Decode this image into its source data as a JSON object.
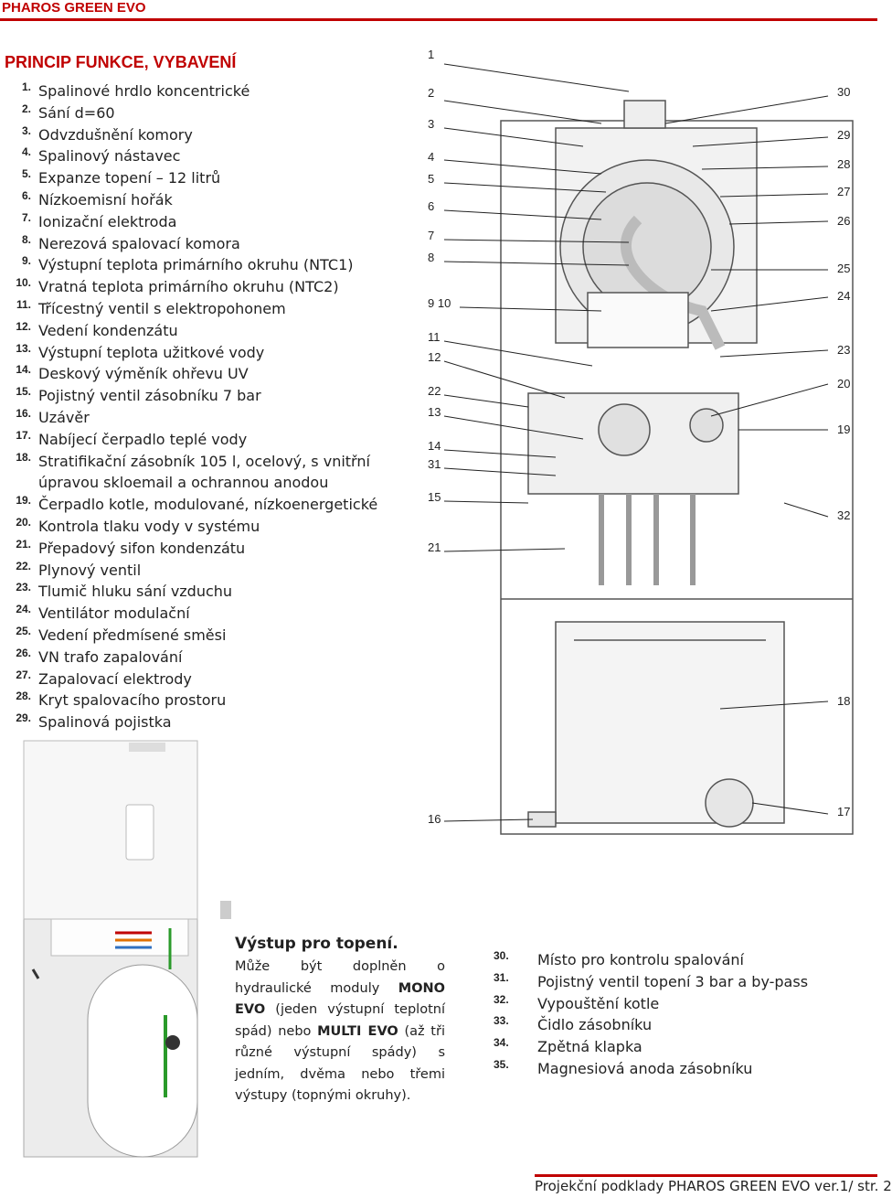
{
  "header": {
    "title": "PHAROS GREEN EVO"
  },
  "section_title": "PRINCIP FUNKCE, VYBAVENÍ",
  "components": [
    {
      "num": "1.",
      "text": "Spalinové hrdlo koncentrické"
    },
    {
      "num": "2.",
      "text": "Sání d=60"
    },
    {
      "num": "3.",
      "text": "Odvzdušnění komory"
    },
    {
      "num": "4.",
      "text": "Spalinový nástavec"
    },
    {
      "num": "5.",
      "text": "Expanze topení – 12 litrů"
    },
    {
      "num": "6.",
      "text": "Nízkoemisní hořák"
    },
    {
      "num": "7.",
      "text": "Ionizační elektroda"
    },
    {
      "num": "8.",
      "text": "Nerezová spalovací komora"
    },
    {
      "num": "9.",
      "text": "Výstupní teplota primárního okruhu (NTC1)"
    },
    {
      "num": "10.",
      "text": "Vratná teplota primárního okruhu (NTC2)"
    },
    {
      "num": "11.",
      "text": "Třícestný ventil s elektropohonem"
    },
    {
      "num": "12.",
      "text": "Vedení kondenzátu"
    },
    {
      "num": "13.",
      "text": "Výstupní teplota užitkové vody"
    },
    {
      "num": "14.",
      "text": "Deskový výměník ohřevu UV"
    },
    {
      "num": "15.",
      "text": "Pojistný ventil zásobníku 7 bar"
    },
    {
      "num": "16.",
      "text": "Uzávěr"
    },
    {
      "num": "17.",
      "text": "Nabíjecí čerpadlo teplé vody"
    },
    {
      "num": "18.",
      "text": "Stratifikační zásobník 105 l, ocelový, s vnitřní úpravou skloemail a ochrannou anodou"
    },
    {
      "num": "19.",
      "text": "Čerpadlo kotle, modulované, nízkoenergetické"
    },
    {
      "num": "20.",
      "text": "Kontrola tlaku vody v systému"
    },
    {
      "num": "21.",
      "text": "Přepadový sifon kondenzátu"
    },
    {
      "num": "22.",
      "text": "Plynový ventil"
    },
    {
      "num": "23.",
      "text": "Tlumič hluku sání vzduchu"
    },
    {
      "num": "24.",
      "text": "Ventilátor modulační"
    },
    {
      "num": "25.",
      "text": "Vedení předmísené směsi"
    },
    {
      "num": "26.",
      "text": "VN trafo zapalování"
    },
    {
      "num": "27.",
      "text": "Zapalovací elektrody"
    },
    {
      "num": "28.",
      "text": "Kryt spalovacího prostoru"
    },
    {
      "num": "29.",
      "text": "Spalinová pojistka"
    }
  ],
  "components2": [
    {
      "num": "30.",
      "text": "Místo pro kontrolu spalování"
    },
    {
      "num": "31.",
      "text": "Pojistný ventil topení 3 bar a by-pass"
    },
    {
      "num": "32.",
      "text": "Vypouštění kotle"
    },
    {
      "num": "33.",
      "text": "Čidlo zásobníku"
    },
    {
      "num": "34.",
      "text": "Zpětná klapka"
    },
    {
      "num": "35.",
      "text": "Magnesiová anoda zásobníku"
    }
  ],
  "output_block": {
    "title": "Výstup pro topení.",
    "p1": "Může být doplněn o hydraulické moduly ",
    "b1": "MONO EVO",
    "p2": " (jeden výstupní teplotní spád) nebo ",
    "b2": "MULTI EVO",
    "p3": " (až tři různé výstupní spády) s jedním, dvěma nebo třemi výstupy (topnými okruhy)."
  },
  "diagram_labels": {
    "left": [
      "1",
      "2",
      "3",
      "4",
      "5",
      "6",
      "7",
      "8",
      "9 10",
      "11",
      "12",
      "22",
      "13",
      "14",
      "31",
      "15",
      "21",
      "16"
    ],
    "right": [
      "30",
      "29",
      "28",
      "27",
      "26",
      "25",
      "24",
      "23",
      "20",
      "19",
      "32",
      "18",
      "17"
    ]
  },
  "footer": "Projekční podklady PHAROS GREEN EVO ver.1/ str. 2",
  "colors": {
    "accent": "#c00000",
    "text": "#222222"
  }
}
